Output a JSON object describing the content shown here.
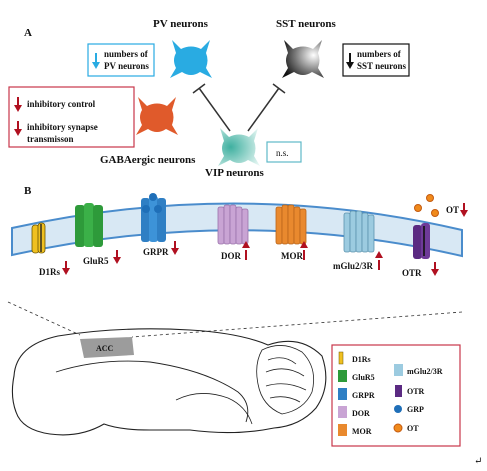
{
  "panel_a": {
    "label": "A",
    "pv": {
      "title": "PV neurons",
      "box": [
        "numbers of",
        "PV neurons"
      ],
      "color": "#29abe2"
    },
    "sst": {
      "title": "SST neurons",
      "box": [
        "numbers of",
        "SST neurons"
      ]
    },
    "gaba": {
      "title": "GABAergic neurons",
      "color": "#e05a2b"
    },
    "vip": {
      "title": "VIP neurons",
      "box": "n.s.",
      "color": "#a8ded6"
    },
    "red_box": {
      "items": [
        [
          "inhibitory control"
        ],
        [
          "inhibitory synapse",
          "transmisson"
        ]
      ]
    }
  },
  "panel_b": {
    "label": "B",
    "receptors": [
      {
        "name": "D1Rs",
        "arrow": "down",
        "color": "#f0c020"
      },
      {
        "name": "GluR5",
        "arrow": "down",
        "color": "#2e9a3a"
      },
      {
        "name": "GRPR",
        "arrow": "down",
        "color": "#2f7fc4"
      },
      {
        "name": "DOR",
        "arrow": "up",
        "color": "#c9a4d4"
      },
      {
        "name": "MOR",
        "arrow": "up",
        "color": "#e9892e"
      },
      {
        "name": "mGlu2/3R",
        "arrow": "up",
        "color": "#9ccbe0"
      },
      {
        "name": "OTR",
        "arrow": "down",
        "color": "#5b2a82"
      }
    ],
    "ot_label": "OT",
    "brain_region": "ACC",
    "legend": {
      "col1": [
        "D1Rs",
        "GluR5",
        "GRPR",
        "DOR",
        "MOR"
      ],
      "col2": [
        "mGlu2/3R",
        "OTR",
        "GRP",
        "OT"
      ]
    }
  },
  "corner_mark": "↵"
}
